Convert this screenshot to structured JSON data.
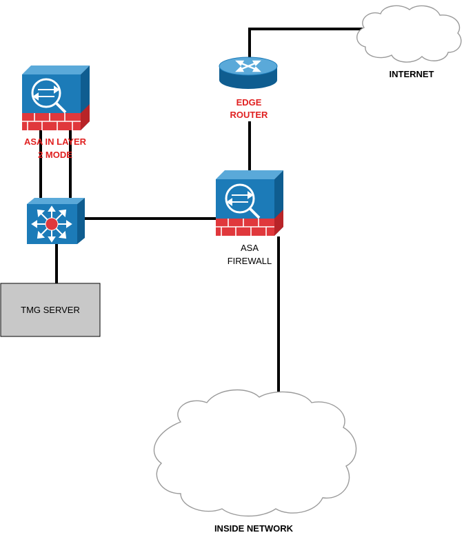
{
  "devices": {
    "asa_layer2": {
      "label_line1": "ASA IN LAYER",
      "label_line2": "2 MODE"
    },
    "switch": {},
    "tmg_server": {
      "label": "TMG SERVER"
    },
    "edge_router": {
      "label_line1": "EDGE",
      "label_line2": "ROUTER"
    },
    "asa_firewall": {
      "label_line1": "ASA",
      "label_line2": "FIREWALL"
    },
    "internet": {
      "label": "INTERNET"
    },
    "inside_network": {
      "label": "INSIDE NETWORK"
    }
  },
  "colors": {
    "device_blue": "#1c7bb8",
    "device_blue_dark": "#0f5d90",
    "device_blue_light": "#5aa9d9",
    "brick_red": "#e0383c",
    "label_red": "#e02020",
    "server_gray": "#c8c8c8",
    "line": "#000000"
  }
}
